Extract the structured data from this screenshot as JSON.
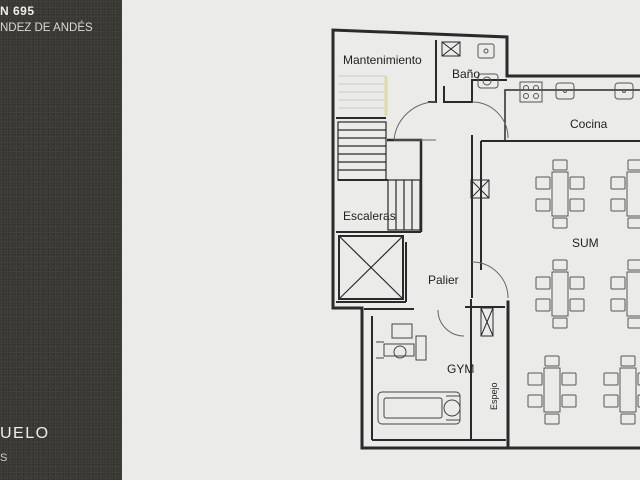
{
  "sidebar": {
    "title": "N 695",
    "subtitle": "NDEZ DE ANDÉS",
    "bottom_title": "UELO",
    "bottom_subtitle": "S"
  },
  "plan": {
    "rooms": {
      "mantenimiento": "Mantenimiento",
      "bano": "Baño",
      "cocina": "Cocina",
      "sum": "SUM",
      "escaleras": "Escaleras",
      "palier": "Palier",
      "gym": "GYM",
      "espejo": "Espejo"
    }
  },
  "colors": {
    "sidebar_bg": "#3a3833",
    "page_bg": "#ebebe9",
    "wall": "#2a2a2a",
    "furniture": "#555555"
  }
}
